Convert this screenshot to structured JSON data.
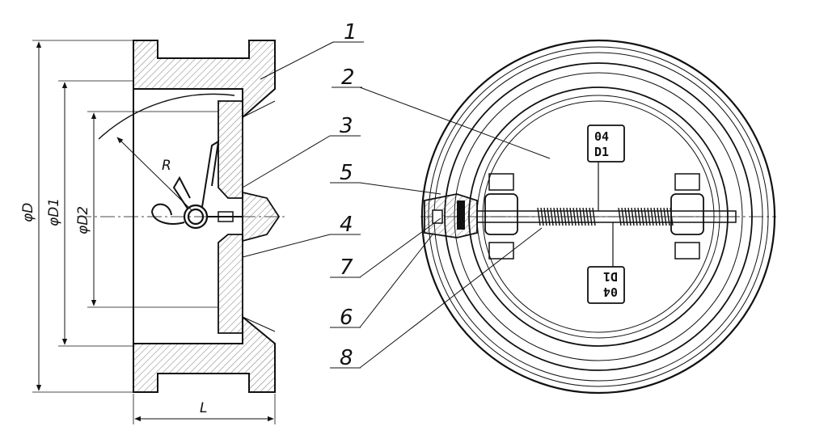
{
  "callouts": [
    {
      "id": "1",
      "label": "1"
    },
    {
      "id": "2",
      "label": "2"
    },
    {
      "id": "3",
      "label": "3"
    },
    {
      "id": "4",
      "label": "4"
    },
    {
      "id": "5",
      "label": "5"
    },
    {
      "id": "6",
      "label": "6"
    },
    {
      "id": "7",
      "label": "7"
    },
    {
      "id": "8",
      "label": "8"
    }
  ],
  "dimensions": {
    "outer_diameter": "φD",
    "d1": "φD1",
    "d2": "φD2",
    "length": "L",
    "radius": "R"
  },
  "nameplate": {
    "line1": "04",
    "line2": "D1"
  },
  "colors": {
    "line": "#111111",
    "hatch": "#555555",
    "background": "#ffffff"
  }
}
